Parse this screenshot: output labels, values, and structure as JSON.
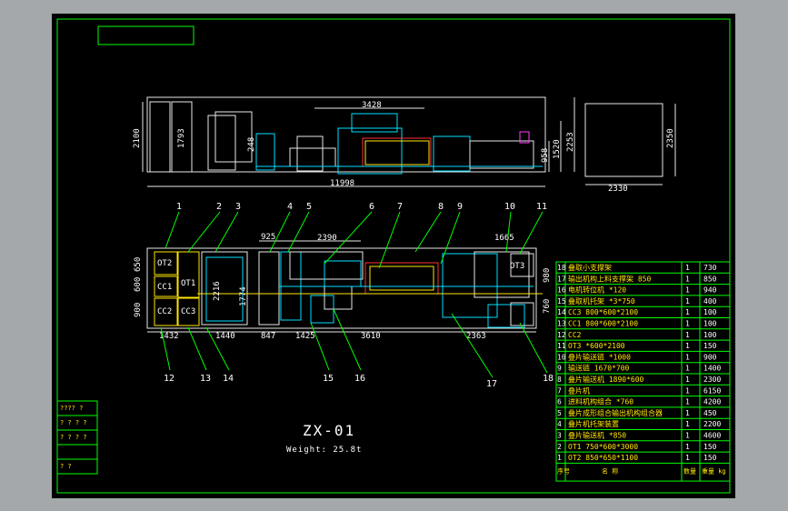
{
  "drawing": {
    "title": "ZX-01",
    "weight": "Weight: 25.8t"
  },
  "side_view": {
    "dims": [
      "3428",
      "2100",
      "1793",
      "248",
      "958",
      "1520",
      "2253",
      "11998"
    ]
  },
  "cabinet_view": {
    "dims": [
      "2350",
      "2330"
    ]
  },
  "plan_view": {
    "dims": [
      "925",
      "2390",
      "1665",
      "650",
      "600",
      "900",
      "2216",
      "1774",
      "980",
      "760",
      "1432",
      "1440",
      "847",
      "1425",
      "3610",
      "2363"
    ],
    "labels": [
      "OT2",
      "OT1",
      "CC1",
      "CC2",
      "CC3",
      "OT3"
    ]
  },
  "balloons": [
    "1",
    "2",
    "3",
    "4",
    "5",
    "6",
    "7",
    "8",
    "9",
    "10",
    "11",
    "12",
    "13",
    "14",
    "15",
    "16",
    "17",
    "18"
  ],
  "bom": {
    "rows": [
      {
        "no": "18",
        "name": "叠取小支撑架",
        "qty": "1",
        "wt": "730"
      },
      {
        "no": "17",
        "name": "输出机构上料支撑架 850",
        "qty": "1",
        "wt": "850"
      },
      {
        "no": "16",
        "name": "电机转位机 *120",
        "qty": "1",
        "wt": "940"
      },
      {
        "no": "15",
        "name": "叠取机托架 *3*750",
        "qty": "1",
        "wt": "400"
      },
      {
        "no": "14",
        "name": "CC3 800*600*2100",
        "qty": "1",
        "wt": "100"
      },
      {
        "no": "13",
        "name": "CC1 800*600*2100",
        "qty": "1",
        "wt": "100"
      },
      {
        "no": "12",
        "name": "CC2",
        "qty": "1",
        "wt": "100"
      },
      {
        "no": "11",
        "name": "OT3 *600*2100",
        "qty": "1",
        "wt": "150"
      },
      {
        "no": "10",
        "name": "叠片输送链 *1000",
        "qty": "1",
        "wt": "900"
      },
      {
        "no": "9",
        "name": "输送链 1670*700",
        "qty": "1",
        "wt": "1400"
      },
      {
        "no": "8",
        "name": "叠片输送机 1890*600",
        "qty": "1",
        "wt": "2300"
      },
      {
        "no": "7",
        "name": "叠片机",
        "qty": "1",
        "wt": "6150"
      },
      {
        "no": "6",
        "name": "进料机构组合 *760",
        "qty": "1",
        "wt": "4200"
      },
      {
        "no": "5",
        "name": "叠片成形组合输出机构组合器",
        "qty": "1",
        "wt": "450"
      },
      {
        "no": "4",
        "name": "叠片机托架装置",
        "qty": "1",
        "wt": "2200"
      },
      {
        "no": "3",
        "name": "叠片输送机 *850",
        "qty": "1",
        "wt": "4600"
      },
      {
        "no": "2",
        "name": "OT1 750*600*3000",
        "qty": "1",
        "wt": "150"
      },
      {
        "no": "1",
        "name": "OT2 850*650*1100",
        "qty": "1",
        "wt": "150"
      }
    ],
    "header": {
      "no": "序号",
      "name": "名 称",
      "qty": "数量",
      "wt": "重量 kg"
    }
  },
  "revision_table": [
    "???? ?",
    "? ? ? ?",
    "? ? ? ?",
    "? ?"
  ]
}
